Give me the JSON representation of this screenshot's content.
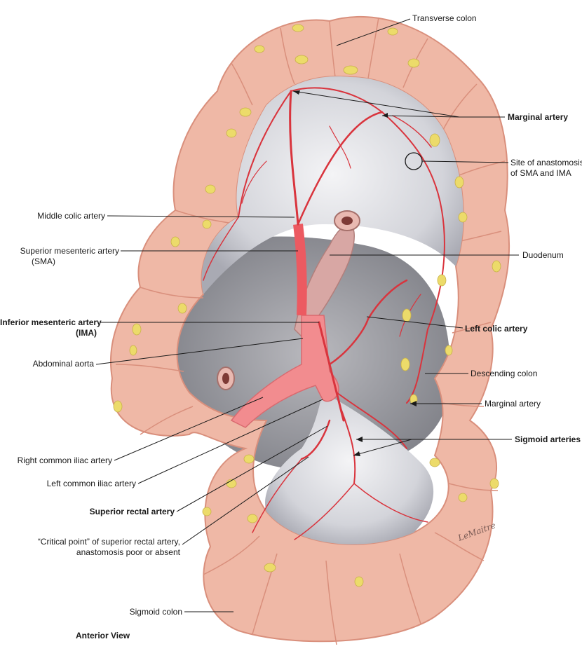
{
  "labels": {
    "transverse_colon": "Transverse colon",
    "marginal_artery_top": "Marginal artery",
    "site_anastomosis_1": "Site of anastomosis",
    "site_anastomosis_2": "of SMA and IMA",
    "middle_colic": "Middle colic artery",
    "sma_1": "Superior mesenteric artery",
    "sma_2": "(SMA)",
    "duodenum": "Duodenum",
    "ima_1": "Inferior mesenteric artery",
    "ima_2": "(IMA)",
    "left_colic": "Left colic artery",
    "abdominal_aorta": "Abdominal aorta",
    "descending_colon": "Descending colon",
    "marginal_artery_lower": "Marginal artery",
    "sigmoid_arteries": "Sigmoid arteries",
    "right_common_iliac": "Right common iliac artery",
    "left_common_iliac": "Left common iliac artery",
    "superior_rectal": "Superior rectal artery",
    "critical_point_1": "“Critical point” of superior rectal artery,",
    "critical_point_2": "anastomosis poor or absent",
    "sigmoid_colon": "Sigmoid colon",
    "view": "Anterior View"
  },
  "colors": {
    "colon": "#efb8a6",
    "colon_dark": "#d98f7c",
    "fat": "#ecdb6a",
    "mesentery": "#dcdde2",
    "artery": "#d9343d",
    "aorta": "#f28c8f",
    "leader": "#1a1a1a"
  }
}
